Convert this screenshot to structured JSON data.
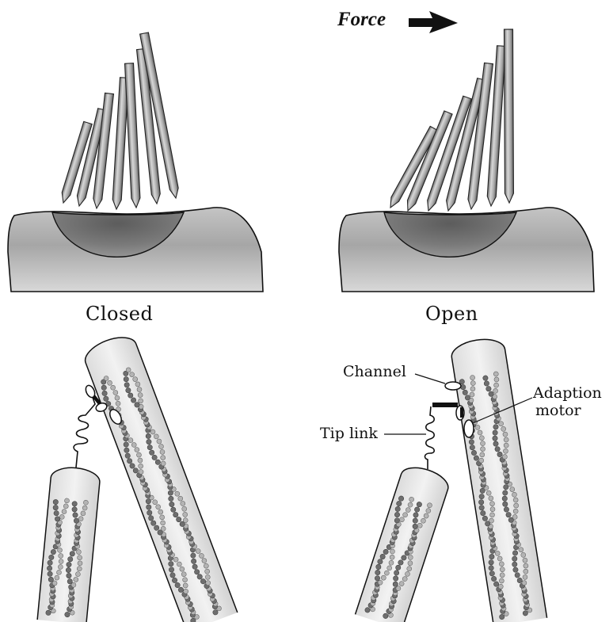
{
  "labels": {
    "force": "Force",
    "closed": "Closed",
    "open": "Open",
    "channel": "Channel",
    "adaption_motor_line1": "Adaption",
    "adaption_motor_line2": "motor",
    "tip_link": "Tip link"
  },
  "colors": {
    "cell_light": "#d6d6d6",
    "cell_dark": "#7a7a7a",
    "stereocilium_light": "#d0d0d0",
    "stereocilium_dark": "#707070",
    "filament_dark": "#6c6c6c",
    "filament_light": "#a8a8a8",
    "outline": "#111111"
  },
  "icons": [
    "force-arrow-icon"
  ]
}
